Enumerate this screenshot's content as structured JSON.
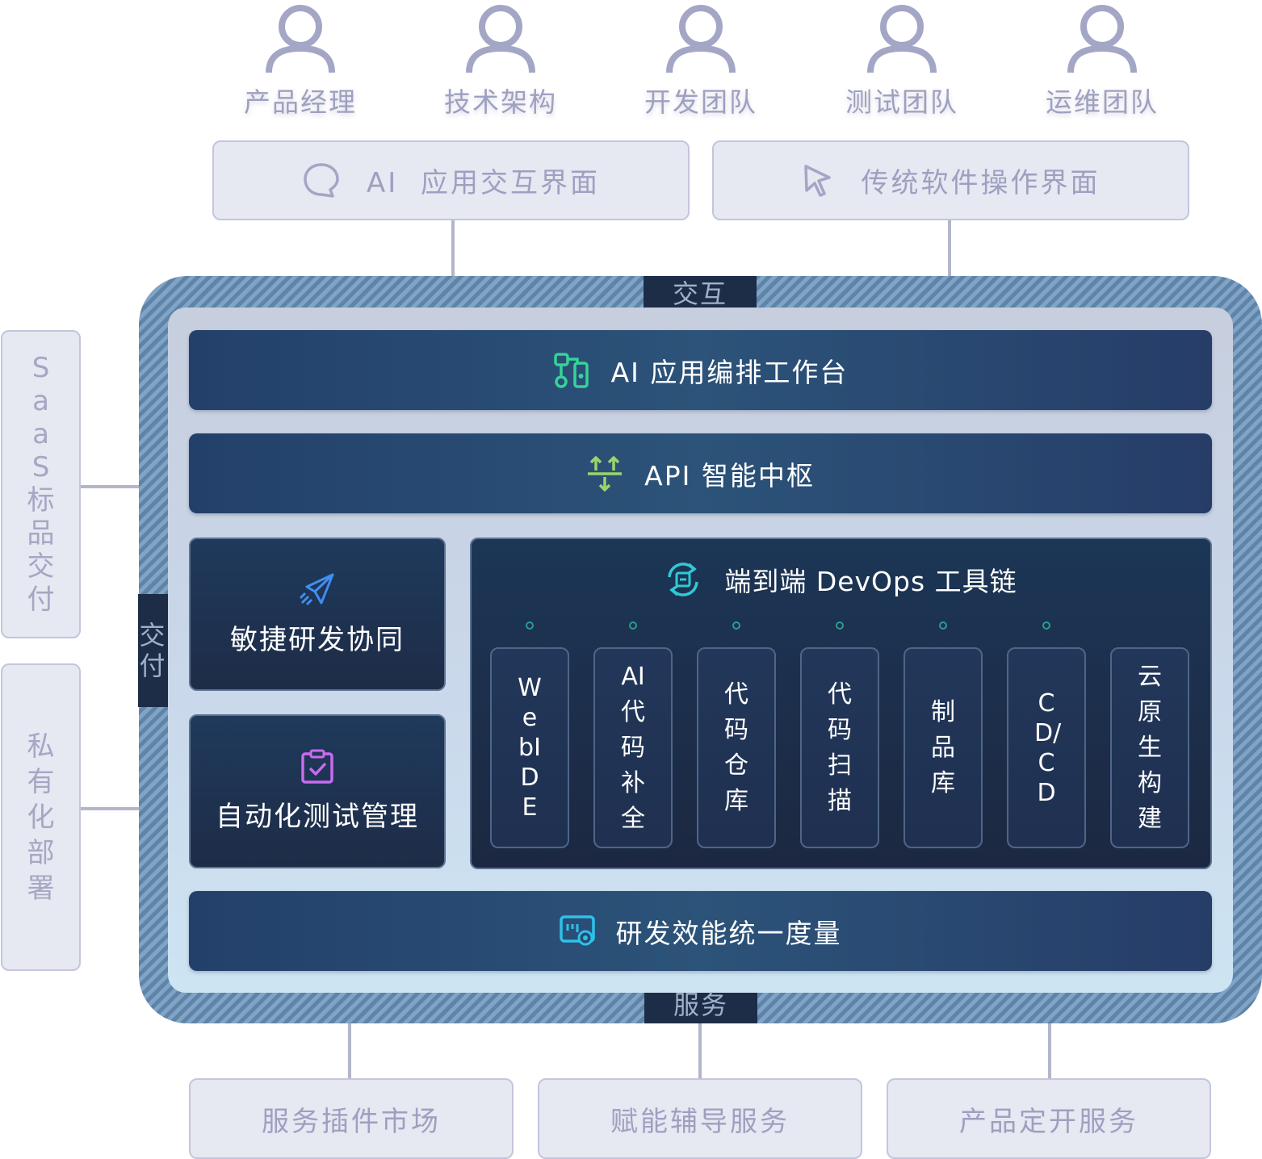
{
  "roles": [
    {
      "label": "产品经理",
      "icon": "person-icon"
    },
    {
      "label": "技术架构",
      "icon": "person-icon"
    },
    {
      "label": "开发团队",
      "icon": "person-icon"
    },
    {
      "label": "测试团队",
      "icon": "person-icon"
    },
    {
      "label": "运维团队",
      "icon": "person-icon"
    }
  ],
  "interfaces": {
    "ai": {
      "label": "AI  应用交互界面",
      "icon": "chat-bubble-icon"
    },
    "traditional": {
      "label": "传统软件操作界面",
      "icon": "cursor-pointer-icon"
    }
  },
  "frame_tags": {
    "top": "交互",
    "left": "交付",
    "bottom": "服务"
  },
  "delivery": {
    "saas": "SaaS标品交付",
    "private": "私有化部署"
  },
  "layers": {
    "orchestration": {
      "label": "AI 应用编排工作台",
      "icon": "workflow-nodes-icon",
      "icon_color": "#35d39a"
    },
    "api": {
      "label": "API 智能中枢",
      "icon": "api-hub-arrows-icon",
      "icon_color": "#9bd46a"
    },
    "agile": {
      "label": "敏捷研发协同",
      "icon": "paper-plane-icon",
      "icon_color": "#3f8ef2"
    },
    "testing": {
      "label": "自动化测试管理",
      "icon": "clipboard-check-icon",
      "icon_color": "#c86bf0"
    },
    "metrics": {
      "label": "研发效能统一度量",
      "icon": "dashboard-monitor-icon",
      "icon_color": "#2ec1ea"
    }
  },
  "devops": {
    "title": "端到端 DevOps 工具链",
    "icon": "sync-cycle-icon",
    "icon_color": "#31c9d6",
    "tools": [
      "WebIDE",
      "AI代码补全",
      "代码仓库",
      "代码扫描",
      "制品库",
      "CD/CD",
      "云原生构建"
    ]
  },
  "services": [
    "服务插件市场",
    "赋能辅导服务",
    "产品定开服务"
  ],
  "colors": {
    "frame": "#6a8fb2",
    "dark_bar": "#28496f",
    "light_box": "#e6e8f2",
    "muted_text": "#9ea0c0"
  }
}
